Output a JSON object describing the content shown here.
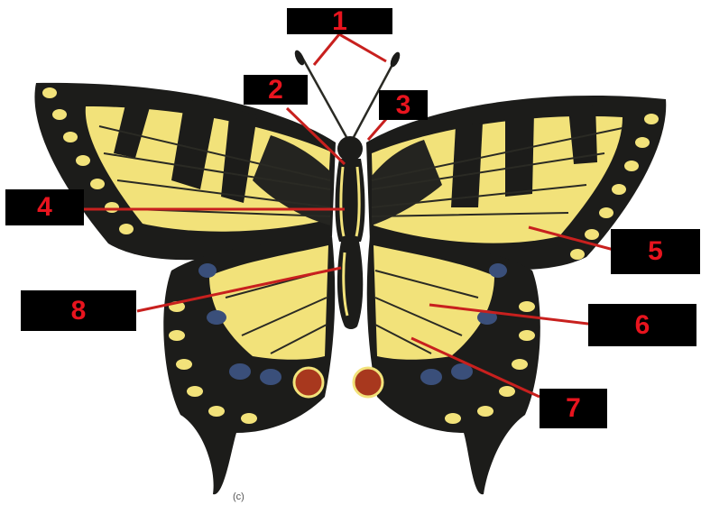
{
  "diagram": {
    "labels": [
      "1",
      "2",
      "3",
      "4",
      "5",
      "6",
      "7",
      "8"
    ],
    "caption": "(c)",
    "colors": {
      "wing_yellow": "#f2e27a",
      "wing_black": "#1c1c1a",
      "blue_spot": "#3a4f7a",
      "red_spot": "#a8381e",
      "label_text": "#e8141e",
      "leader_line": "#c8201e"
    }
  }
}
